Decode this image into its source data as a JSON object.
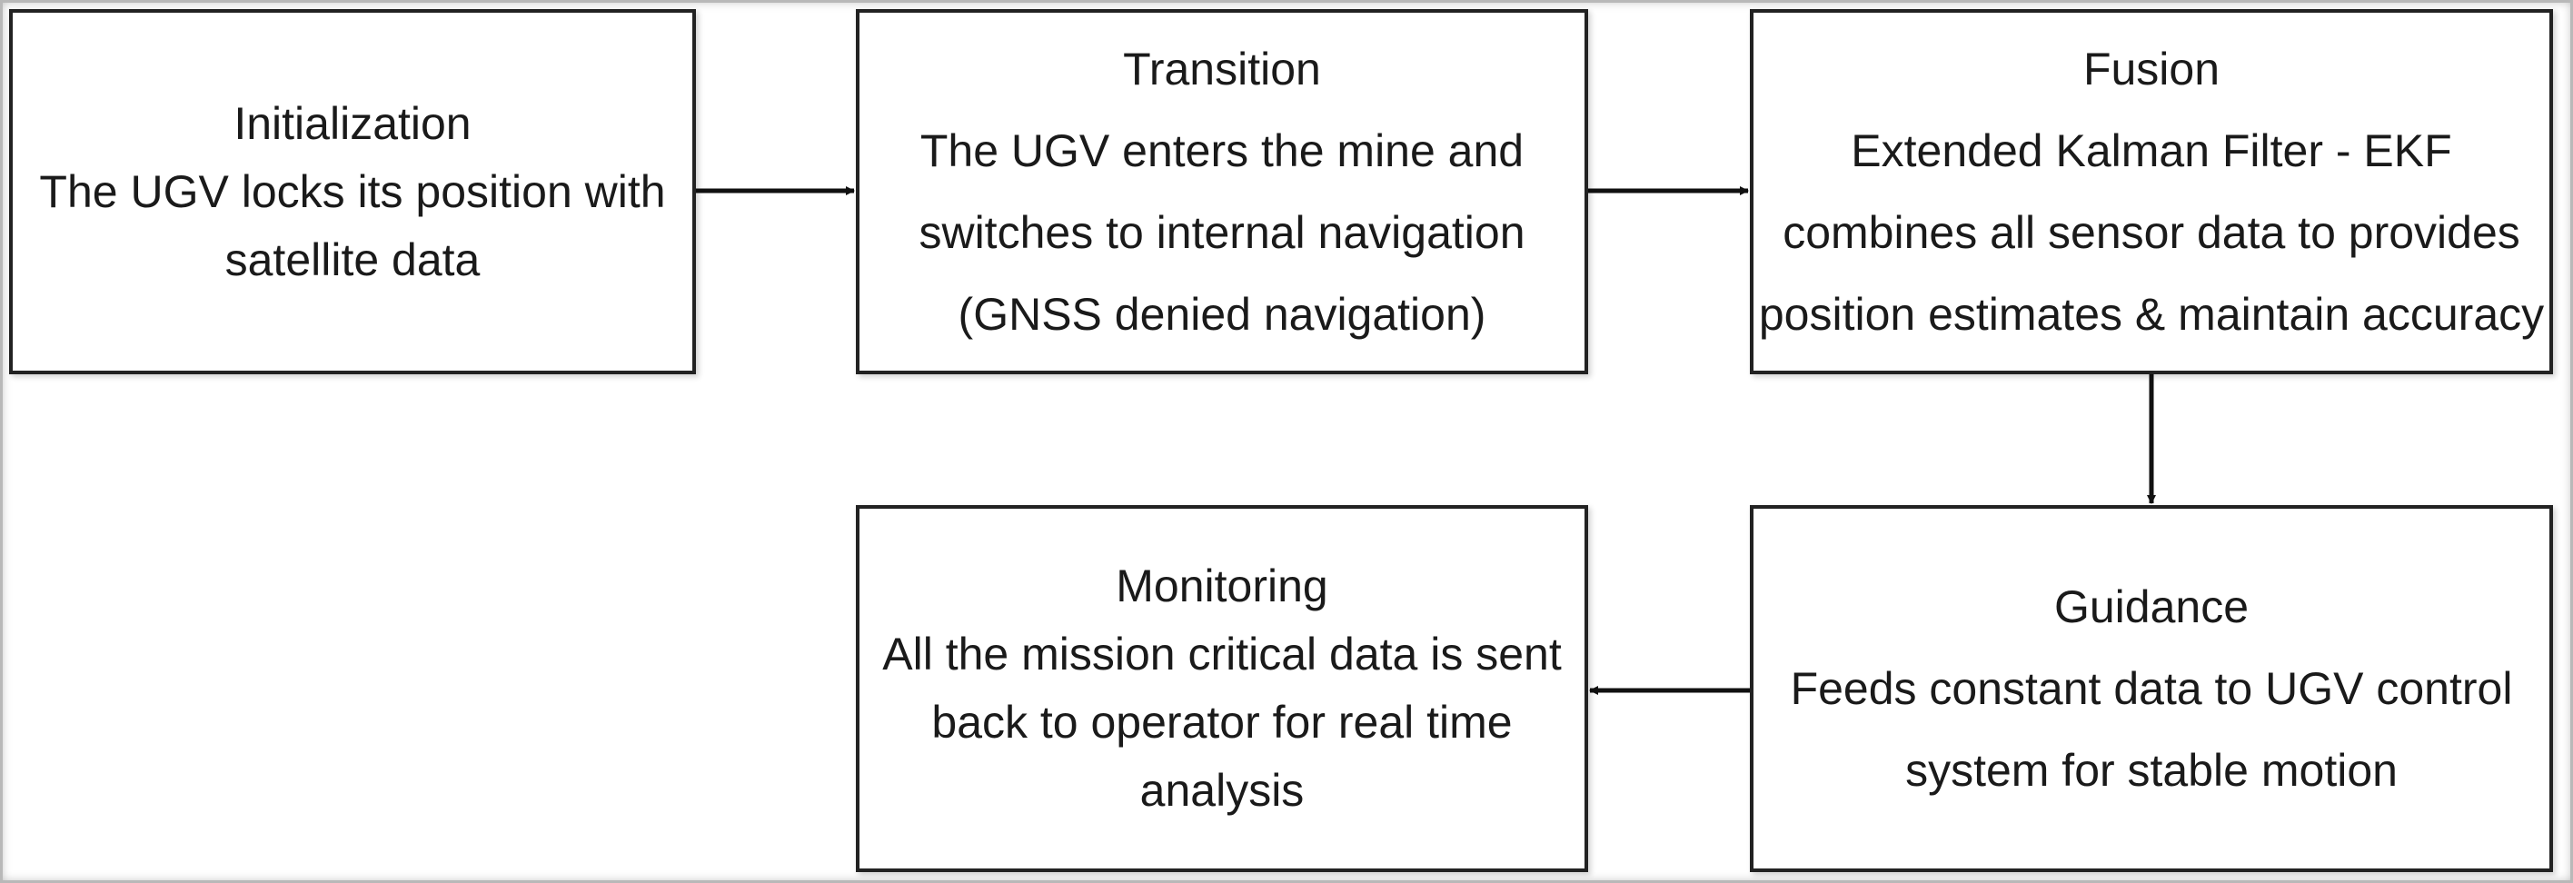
{
  "diagram": {
    "nodes": {
      "initialization": {
        "lines": [
          "Initialization",
          "The UGV locks its position with",
          "satellite data"
        ]
      },
      "transition": {
        "lines": [
          "Transition",
          "The UGV enters the mine and",
          "switches to internal navigation",
          "(GNSS denied navigation)"
        ]
      },
      "fusion": {
        "lines": [
          "Fusion",
          "Extended  Kalman Filter - EKF",
          "combines all sensor data to provides",
          "position estimates & maintain accuracy"
        ]
      },
      "guidance": {
        "lines": [
          "Guidance",
          "Feeds constant data to UGV control",
          "system for stable motion"
        ]
      },
      "monitoring": {
        "lines": [
          "Monitoring",
          "All the mission critical data is sent",
          "back to operator for real time",
          "analysis"
        ]
      }
    },
    "edges": [
      {
        "from": "initialization",
        "to": "transition"
      },
      {
        "from": "transition",
        "to": "fusion"
      },
      {
        "from": "fusion",
        "to": "guidance"
      },
      {
        "from": "guidance",
        "to": "monitoring"
      }
    ],
    "colors": {
      "border": "#222222",
      "text": "#1a1a1a",
      "arrow": "#111111",
      "background": "#ffffff"
    }
  }
}
